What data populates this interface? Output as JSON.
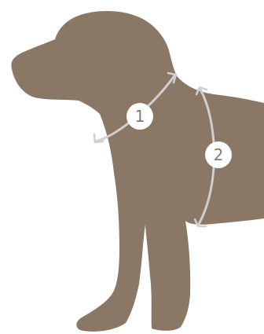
{
  "markers": [
    {
      "label": "1",
      "measurement": "neck"
    },
    {
      "label": "2",
      "measurement": "chest"
    }
  ],
  "colors": {
    "silhouette": "#8b7766",
    "guide_line": "#cfcfcf",
    "marker_fill": "#ffffff",
    "marker_text": "#8b7766"
  }
}
